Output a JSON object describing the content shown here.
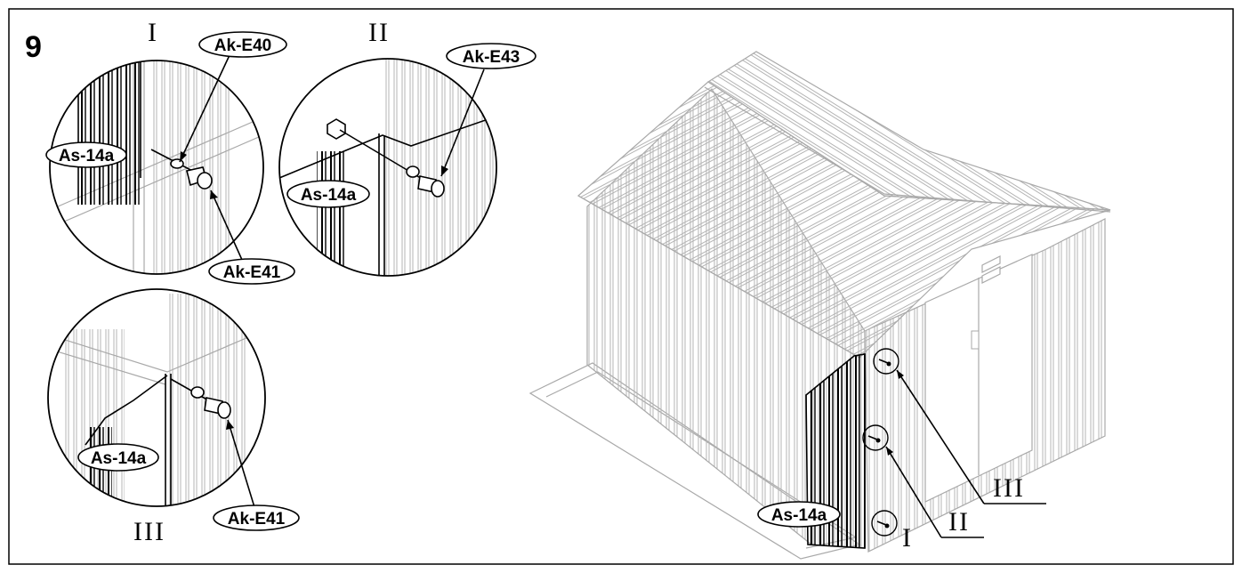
{
  "step_number": "9",
  "details": {
    "I": {
      "roman": "I",
      "parts": [
        "Ak-E40",
        "As-14a",
        "Ak-E41"
      ]
    },
    "II": {
      "roman": "II",
      "parts": [
        "Ak-E43",
        "As-14a"
      ]
    },
    "III": {
      "roman": "III",
      "parts": [
        "As-14a",
        "Ak-E41"
      ]
    }
  },
  "main_view": {
    "panel_label": "As-14a",
    "callouts": [
      "I",
      "II",
      "III"
    ]
  }
}
